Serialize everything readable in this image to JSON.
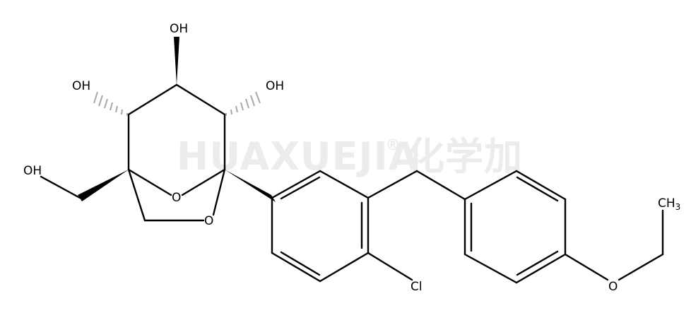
{
  "watermark": {
    "latin": "HUAXUEJIA",
    "registered": "®",
    "chinese": "化学加"
  },
  "atoms": {
    "oh_top": "OH",
    "oh_left": "OH",
    "oh_right": "OH",
    "oh_ch2": "OH",
    "o_bridge_1": "O",
    "o_bridge_2": "O",
    "cl": "Cl",
    "o_ether": "O",
    "ch3_main": "CH",
    "ch3_sub": "3"
  },
  "colors": {
    "bond": "#000000",
    "hash_wedge": "#b0b0b0",
    "watermark": "#ececec"
  }
}
